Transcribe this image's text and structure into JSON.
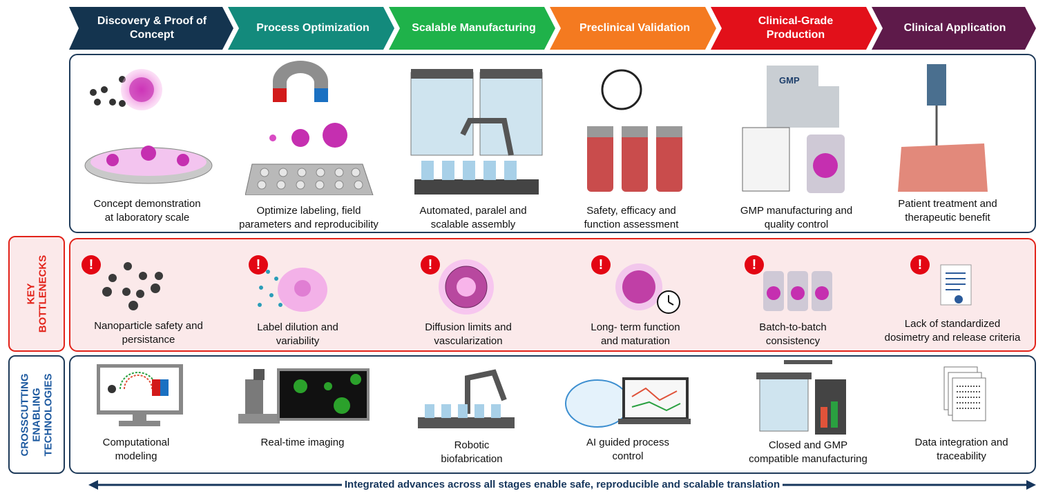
{
  "stages": [
    {
      "label_lines": [
        "Discovery & Proof of",
        "Concept"
      ],
      "color": "#14344f"
    },
    {
      "label_lines": [
        "Process Optimization"
      ],
      "color": "#138a7c"
    },
    {
      "label_lines": [
        "Scalable Manufacturing"
      ],
      "color": "#1fb24a"
    },
    {
      "label_lines": [
        "Preclinical Validation"
      ],
      "color": "#f47a20"
    },
    {
      "label_lines": [
        "Clinical-Grade",
        "Production"
      ],
      "color": "#e2101a"
    },
    {
      "label_lines": [
        "Clinical Application"
      ],
      "color": "#5e1a4a"
    }
  ],
  "row1": {
    "items": [
      {
        "caption_lines": [
          "Concept demonstration",
          "at laboratory scale"
        ],
        "icon": "nanoparticles-petri-dish-icon"
      },
      {
        "caption_lines": [
          "Optimize labeling, field",
          "parameters and reproducibility"
        ],
        "icon": "magnet-well-plate-icon"
      },
      {
        "caption_lines": [
          "Automated, paralel and",
          "scalable assembly"
        ],
        "icon": "bioreactor-robot-arm-icon"
      },
      {
        "caption_lines": [
          "Safety, efficacy and",
          "function assessment"
        ],
        "icon": "mouse-vials-icon"
      },
      {
        "caption_lines": [
          "GMP manufacturing and",
          "quality control"
        ],
        "icon": "gmp-building-checklist-icon"
      },
      {
        "caption_lines": [
          "Patient treatment and",
          "therapeutic benefit"
        ],
        "icon": "syringe-tissue-icon"
      }
    ],
    "gmp_label": "GMP"
  },
  "row2": {
    "side_label_lines": [
      "KEY",
      "BOTTLENECKS"
    ],
    "warning_mark": "!",
    "items": [
      {
        "caption_lines": [
          "Nanoparticle safety and",
          "persistance"
        ],
        "icon": "nanoparticles-icon"
      },
      {
        "caption_lines": [
          "Label dilution and",
          "variability"
        ],
        "icon": "label-dilution-cell-icon"
      },
      {
        "caption_lines": [
          "Diffusion limits and",
          "vascularization"
        ],
        "icon": "spheroid-cross-section-icon"
      },
      {
        "caption_lines": [
          "Long- term function",
          "and maturation"
        ],
        "icon": "spheroid-clock-icon"
      },
      {
        "caption_lines": [
          "Batch-to-batch",
          "consistency"
        ],
        "icon": "three-jars-icon"
      },
      {
        "caption_lines": [
          "Lack of standardized",
          "dosimetry and release criteria"
        ],
        "icon": "certificate-icon"
      }
    ]
  },
  "row3": {
    "side_label_lines": [
      "CROSSCUTTING",
      "ENABLING",
      "TECHNOLOGIES"
    ],
    "items": [
      {
        "caption_lines": [
          "Computational",
          "modeling"
        ],
        "icon": "computer-magnetic-field-icon"
      },
      {
        "caption_lines": [
          "Real-time imaging"
        ],
        "icon": "microscope-monitor-icon"
      },
      {
        "caption_lines": [
          "Robotic",
          "biofabrication"
        ],
        "icon": "robot-arm-conveyor-icon"
      },
      {
        "caption_lines": [
          "AI guided process",
          "control"
        ],
        "icon": "brain-laptop-network-icon"
      },
      {
        "caption_lines": [
          "Closed and GMP",
          "compatible manufacturing"
        ],
        "icon": "closed-bioreactor-icon"
      },
      {
        "caption_lines": [
          "Data integration and",
          "traceability"
        ],
        "icon": "binary-documents-icon"
      }
    ]
  },
  "footer": {
    "text": "Integrated advances across all stages enable safe, reproducible and scalable translation"
  }
}
